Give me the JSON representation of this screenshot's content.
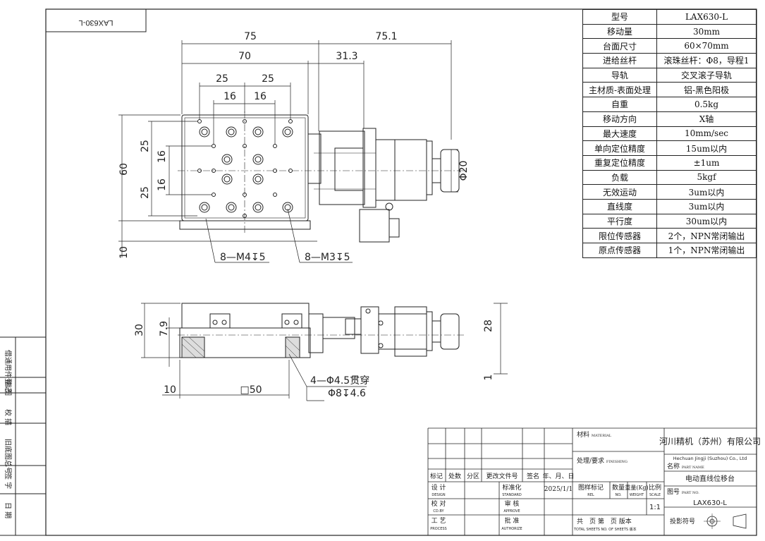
{
  "corner_label": "LAX630-L",
  "dimensions": {
    "d75": "75",
    "d75_1": "75.1",
    "d70": "70",
    "d31_3": "31.3",
    "d25a": "25",
    "d25b": "25",
    "d16a": "16",
    "d16b": "16",
    "d60": "60",
    "d25l1": "25",
    "d16l1": "16",
    "d16l2": "16",
    "d25l2": "25",
    "d10": "10",
    "d20": "Φ20",
    "m4": "8—M4↧5",
    "m3": "8—M3↧5",
    "d30": "30",
    "d7_9": "7.9",
    "d28": "28",
    "d1": "1",
    "d10b": "10",
    "d50": "□50",
    "hole1": "4—Φ4.5贯穿",
    "hole2": "Φ8↧4.6"
  },
  "specs": [
    {
      "label": "型号",
      "value": "LAX630-L"
    },
    {
      "label": "移动量",
      "value": "30mm"
    },
    {
      "label": "台面尺寸",
      "value": "60×70mm"
    },
    {
      "label": "进给丝杆",
      "value": "滚珠丝杆：Φ8，导程1"
    },
    {
      "label": "导轨",
      "value": "交叉滚子导轨"
    },
    {
      "label": "主材质-表面处理",
      "value": "铝-黑色阳极"
    },
    {
      "label": "自重",
      "value": "0.5kg"
    },
    {
      "label": "移动方向",
      "value": "X轴"
    },
    {
      "label": "最大速度",
      "value": "10mm/sec"
    },
    {
      "label": "单向定位精度",
      "value": "15um以内"
    },
    {
      "label": "重复定位精度",
      "value": "±1um"
    },
    {
      "label": "负载",
      "value": "5kgf"
    },
    {
      "label": "无效运动",
      "value": "3um以内"
    },
    {
      "label": "直线度",
      "value": "3um以内"
    },
    {
      "label": "平行度",
      "value": "30um以内"
    },
    {
      "label": "限位传感器",
      "value": "2个，NPN常闭输出"
    },
    {
      "label": "原点传感器",
      "value": "1个，NPN常闭输出"
    }
  ],
  "side_margin": [
    "借通用件登记",
    "描 图",
    "校 描",
    "旧底图总号",
    "签 字",
    "日 期"
  ],
  "title_block": {
    "company": "河川精机（苏州）有限公司",
    "company_en": "Hechuan Jingji (Suzhou) Co., Ltd",
    "material": "材料",
    "material_en": "MATERIAL",
    "finishing": "处理/要求",
    "finishing_en": "FINISHING",
    "name_label": "名称",
    "name_label_en": "PART NAME",
    "part_name": "电动直线位移台",
    "no_label": "图号",
    "no_label_en": "PART NO.",
    "part_no": "LAX630-L",
    "projection": "投影符号",
    "rev_headers": [
      "标记",
      "处数",
      "分区",
      "更改文件号",
      "签名",
      "年、月、日"
    ],
    "design": "设 计",
    "design_en": "DESIGN",
    "standard": "标准化",
    "standard_en": "STANDARD",
    "date": "2025/1/1",
    "check": "校 对",
    "check_en": "CD.BY",
    "review": "审 核",
    "review_en": "APPROVE",
    "process": "工 艺",
    "process_en": "PROCESS",
    "approve": "批 准",
    "approve_en": "AUTHORIZE",
    "mark": "图样标记",
    "mark_en": "REL",
    "qty": "数量",
    "qty_en": "NO.",
    "weight": "重量(Kg)",
    "weight_en": "WEIGHT",
    "scale": "比例",
    "scale_en": "SCALE",
    "scale_value": "1:1",
    "sheets": "共　页 第　页 版本",
    "sheets_en": "TOTAL SHEETS NO. OF SHEETS 版本"
  }
}
